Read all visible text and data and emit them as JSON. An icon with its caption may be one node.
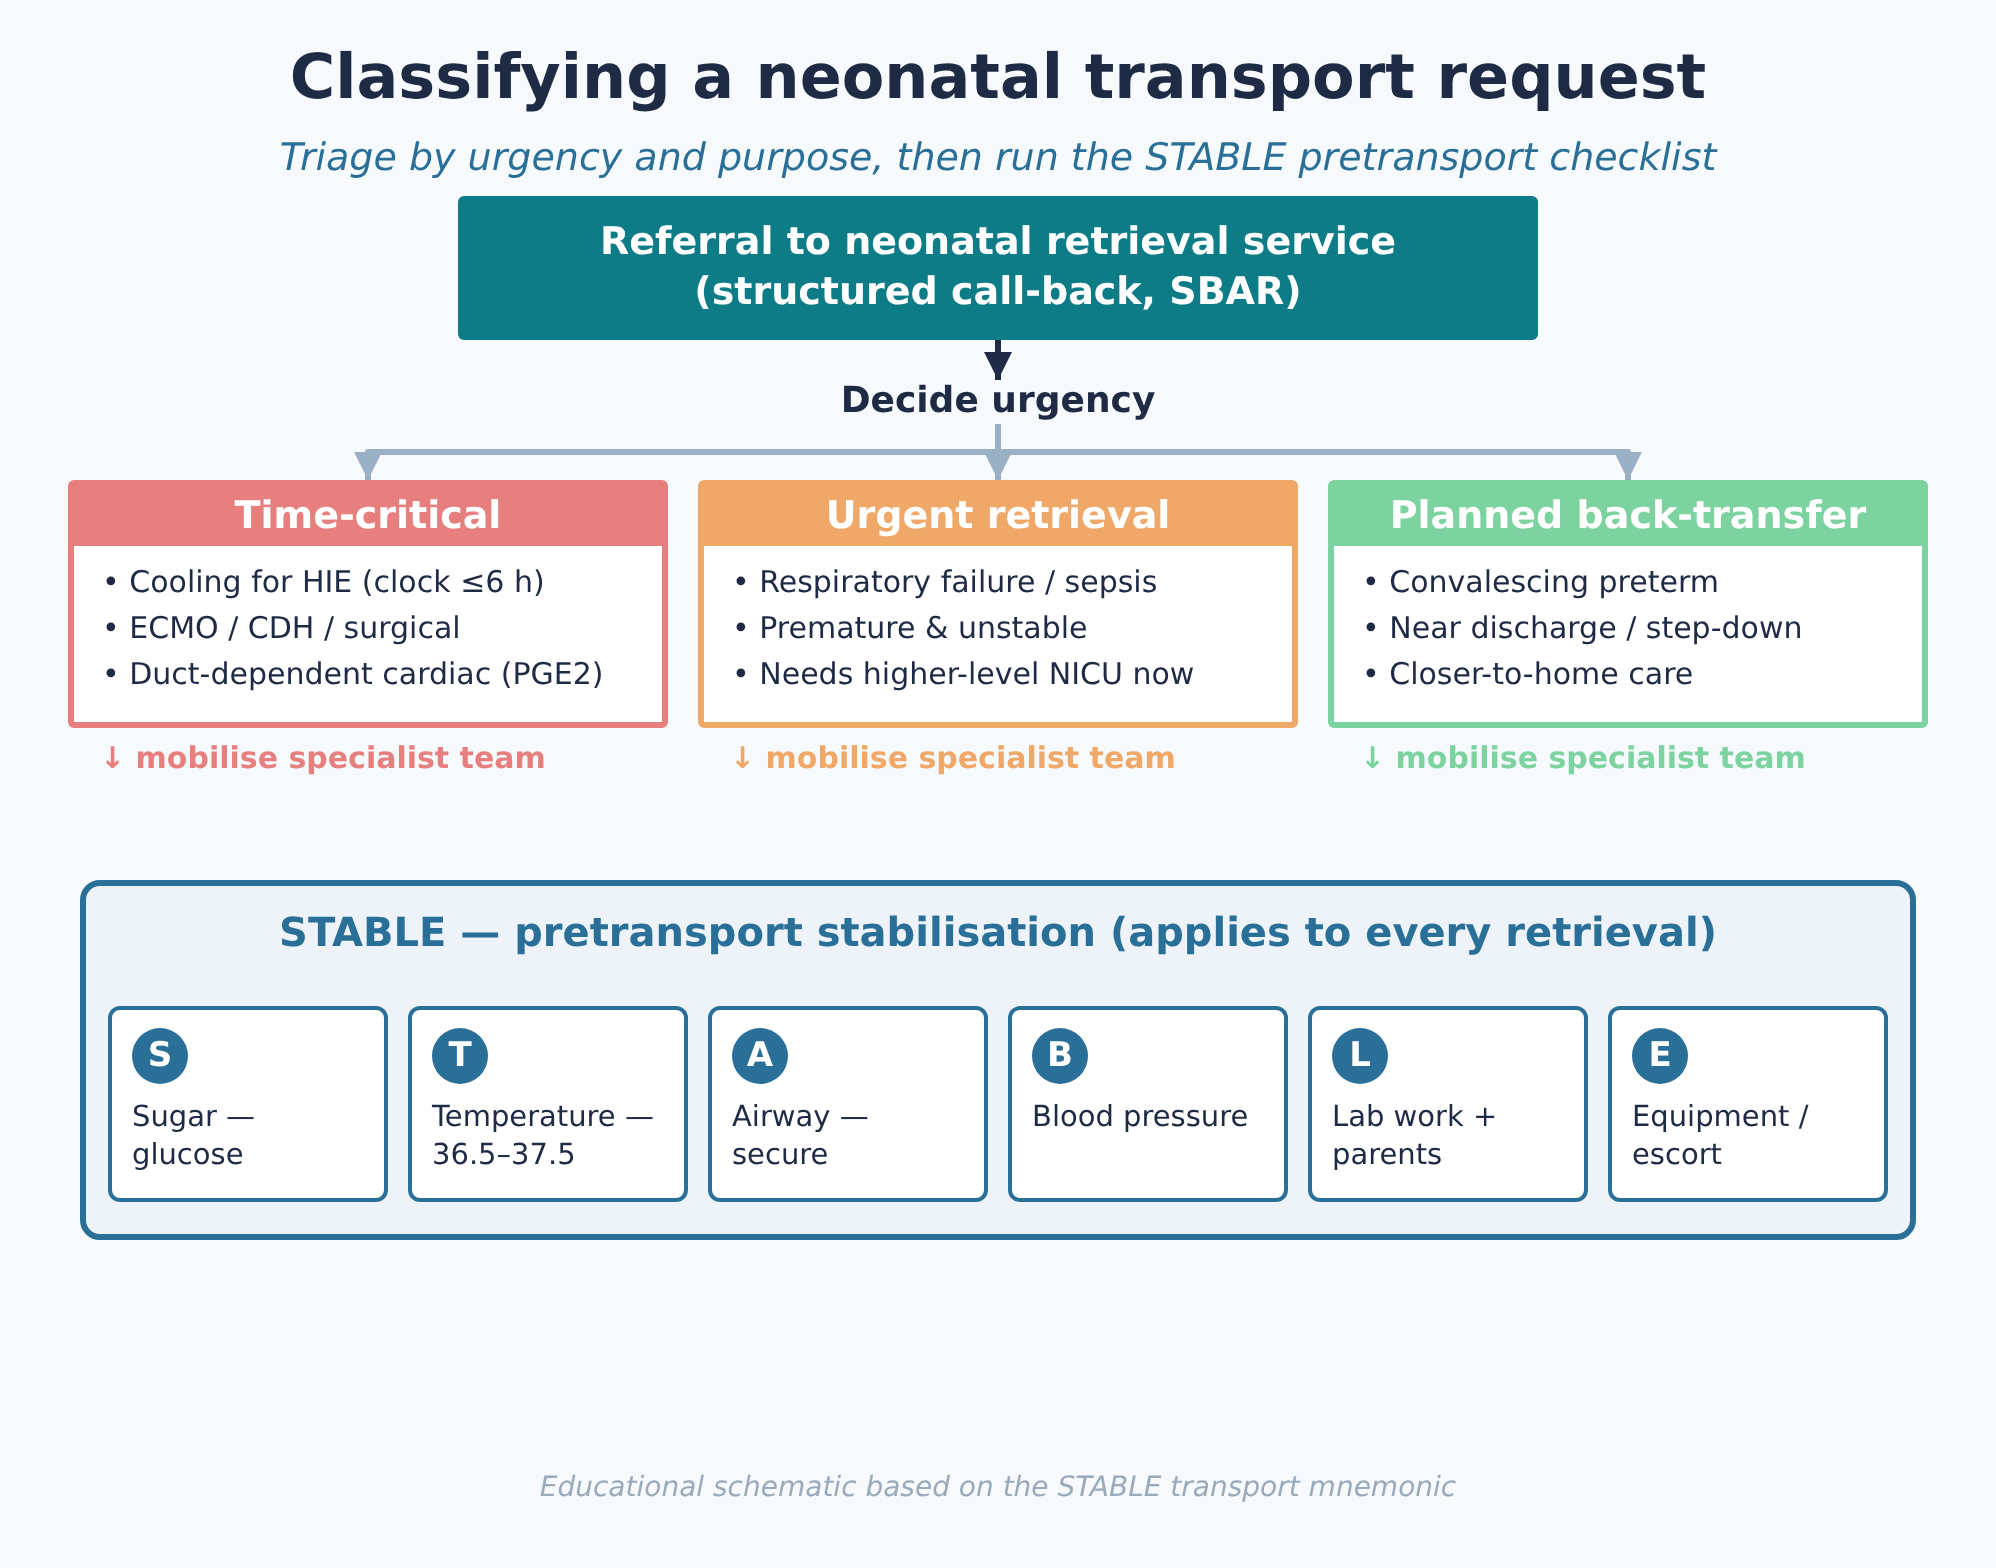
{
  "diagram": {
    "title": "Classifying a neonatal transport request",
    "caption": "Educational schematic based on the STABLE transport mnemonic",
    "labels": [
      "Triage by urgency and purpose, then run the STABLE pretransport checklist"
    ],
    "nodes": [
      {
        "text": [
          "Referral to neonatal retrieval service (structured call-back, SBAR)"
        ]
      },
      {
        "text": [
          "Decide urgency"
        ]
      },
      {
        "text": [
          "Time-critical",
          "• Cooling for HIE (clock ≤6 h)",
          "• ECMO / CDH / surgical",
          "• Duct-dependent cardiac (PGE2)"
        ],
        "beside": [
          "↓ mobilise specialist team"
        ]
      },
      {
        "text": [
          "Urgent retrieval",
          "• Respiratory failure / sepsis",
          "• Premature & unstable",
          "• Needs higher-level NICU now"
        ],
        "beside": [
          "↓ mobilise specialist team"
        ]
      },
      {
        "text": [
          "Planned back-transfer",
          "• Convalescing preterm",
          "• Near discharge / step-down",
          "• Closer-to-home care"
        ],
        "beside": [
          "↓ mobilise specialist team"
        ]
      },
      {
        "text": [
          "STABLE — pretransport stabilisation (applies to every retrieval)"
        ]
      },
      {
        "text": [
          "S",
          "Sugar — glucose"
        ],
        "in": 5
      },
      {
        "text": [
          "T",
          "Temperature — 36.5–37.5"
        ],
        "in": 5
      },
      {
        "text": [
          "A",
          "Airway — secure"
        ],
        "in": 5
      },
      {
        "text": [
          "B",
          "Blood pressure"
        ],
        "in": 5
      },
      {
        "text": [
          "L",
          "Lab work + parents"
        ],
        "in": 5
      },
      {
        "text": [
          "E",
          "Equipment / escort"
        ],
        "in": 5
      }
    ],
    "edges": [
      {
        "from": 0,
        "to": 1,
        "arrow": "to",
        "color": "#1f2a44"
      },
      {
        "from": 1,
        "to": 2,
        "arrow": "to"
      },
      {
        "from": 1,
        "to": 3,
        "arrow": "to"
      },
      {
        "from": 1,
        "to": 4,
        "arrow": "to"
      }
    ]
  }
}
